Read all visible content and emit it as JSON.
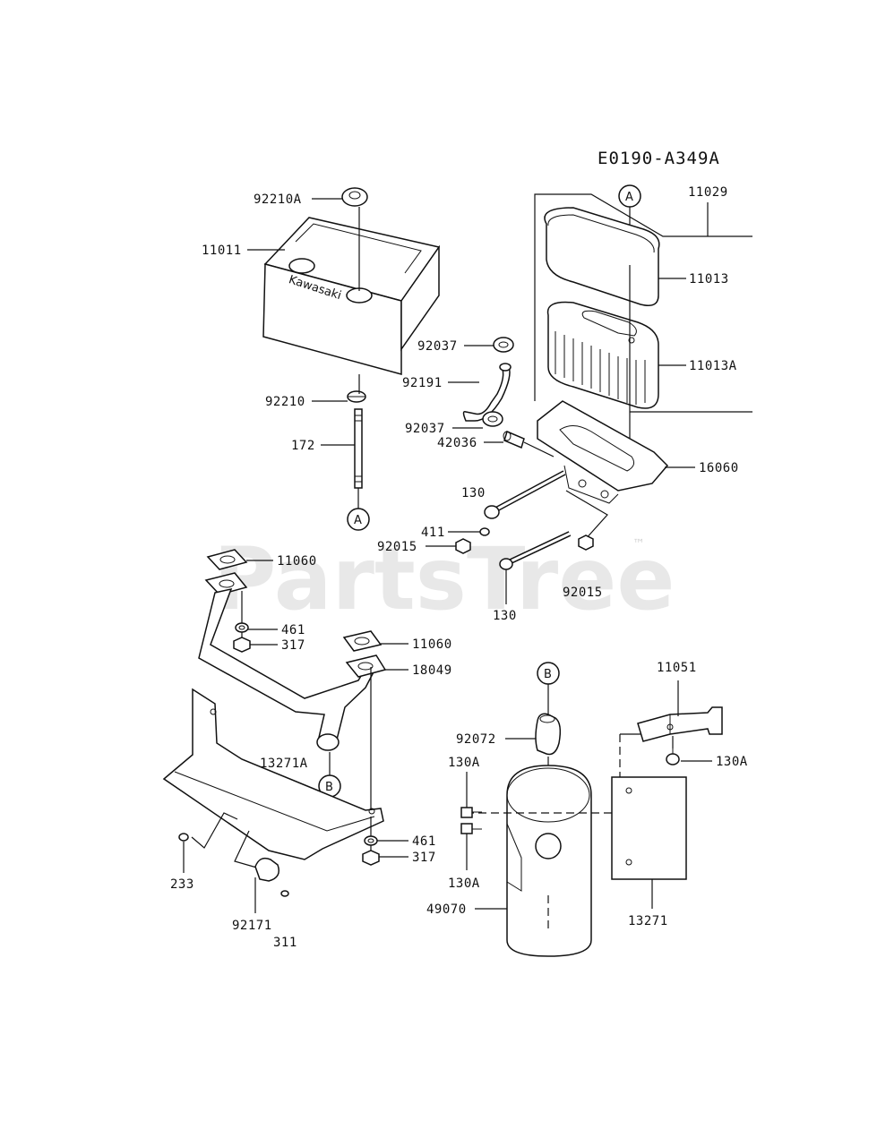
{
  "diagram_code": "E0190-A349A",
  "watermark": {
    "text": "PartsTree",
    "tm": "™"
  },
  "refs": {
    "a": "A",
    "b": "B"
  },
  "labels": {
    "p92210A": "92210A",
    "p11011": "11011",
    "p92210": "92210",
    "p172": "172",
    "p11029": "11029",
    "p11013": "11013",
    "p11013A": "11013A",
    "p92037_top": "92037",
    "p92191": "92191",
    "p92037_bot": "92037",
    "p42036": "42036",
    "p16060": "16060",
    "p130_top": "130",
    "p411": "411",
    "p92015_l": "92015",
    "p92015_r": "92015",
    "p130_bot": "130",
    "p11060_top": "11060",
    "p461_top": "461",
    "p317_top": "317",
    "p11060_mid": "11060",
    "p18049": "18049",
    "p13271A": "13271A",
    "p461_bot": "461",
    "p317_bot": "317",
    "p233": "233",
    "p92171": "92171",
    "p311": "311",
    "p11051": "11051",
    "p92072": "92072",
    "p130A_l1": "130A",
    "p130A_r": "130A",
    "p130A_l2": "130A",
    "p49070": "49070",
    "p13271": "13271"
  }
}
